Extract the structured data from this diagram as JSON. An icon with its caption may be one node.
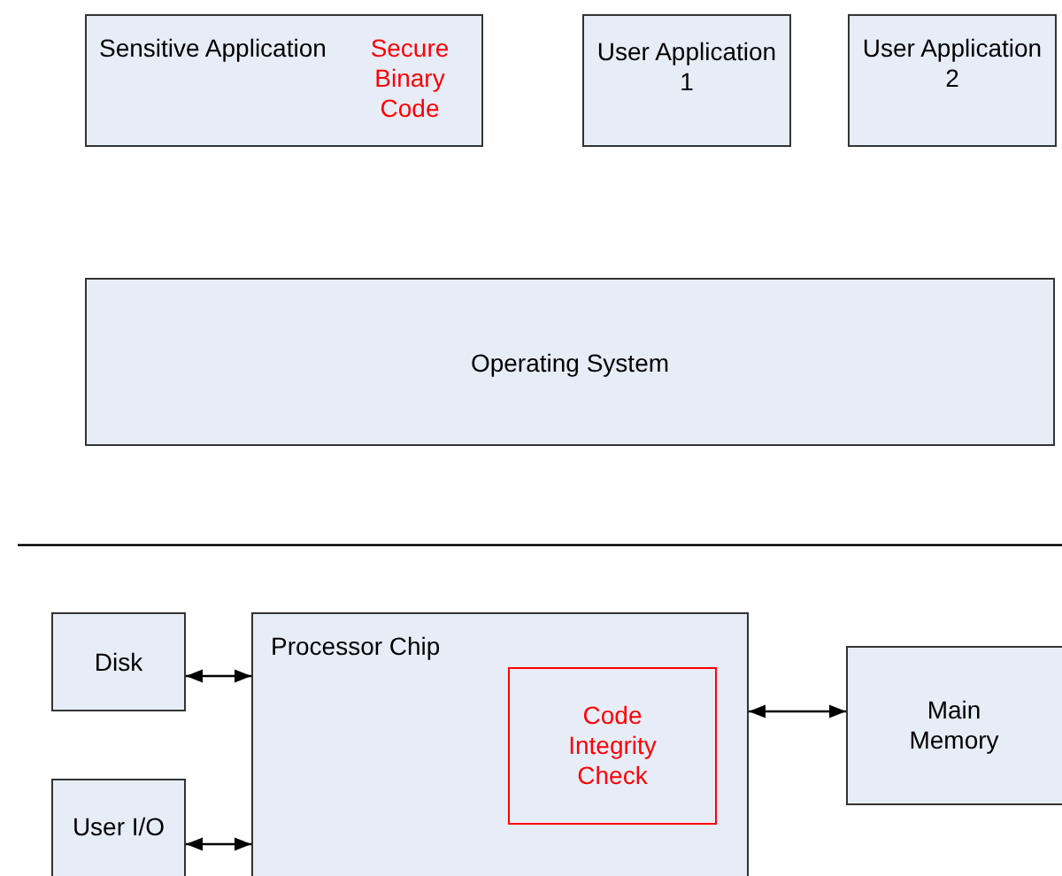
{
  "diagram": {
    "nodes": [
      {
        "text": [
          "Sensitive Application",
          "Secure Binary Code"
        ]
      },
      {
        "text": [
          "User Application 1"
        ]
      },
      {
        "text": [
          "User Application 2"
        ]
      },
      {
        "text": [
          "Operating System"
        ]
      },
      {
        "text": [
          "Disk"
        ]
      },
      {
        "text": [
          "Processor Chip"
        ]
      },
      {
        "text": [
          "Code Integrity Check"
        ],
        "in": 5
      },
      {
        "text": [
          "Main Memory"
        ]
      },
      {
        "text": [
          "User I/O"
        ]
      }
    ],
    "edges": [
      {
        "from": 4,
        "to": 5,
        "arrow": "both"
      },
      {
        "from": 5,
        "to": 7,
        "arrow": "both"
      },
      {
        "from": 8,
        "to": 5,
        "arrow": "both"
      }
    ]
  }
}
